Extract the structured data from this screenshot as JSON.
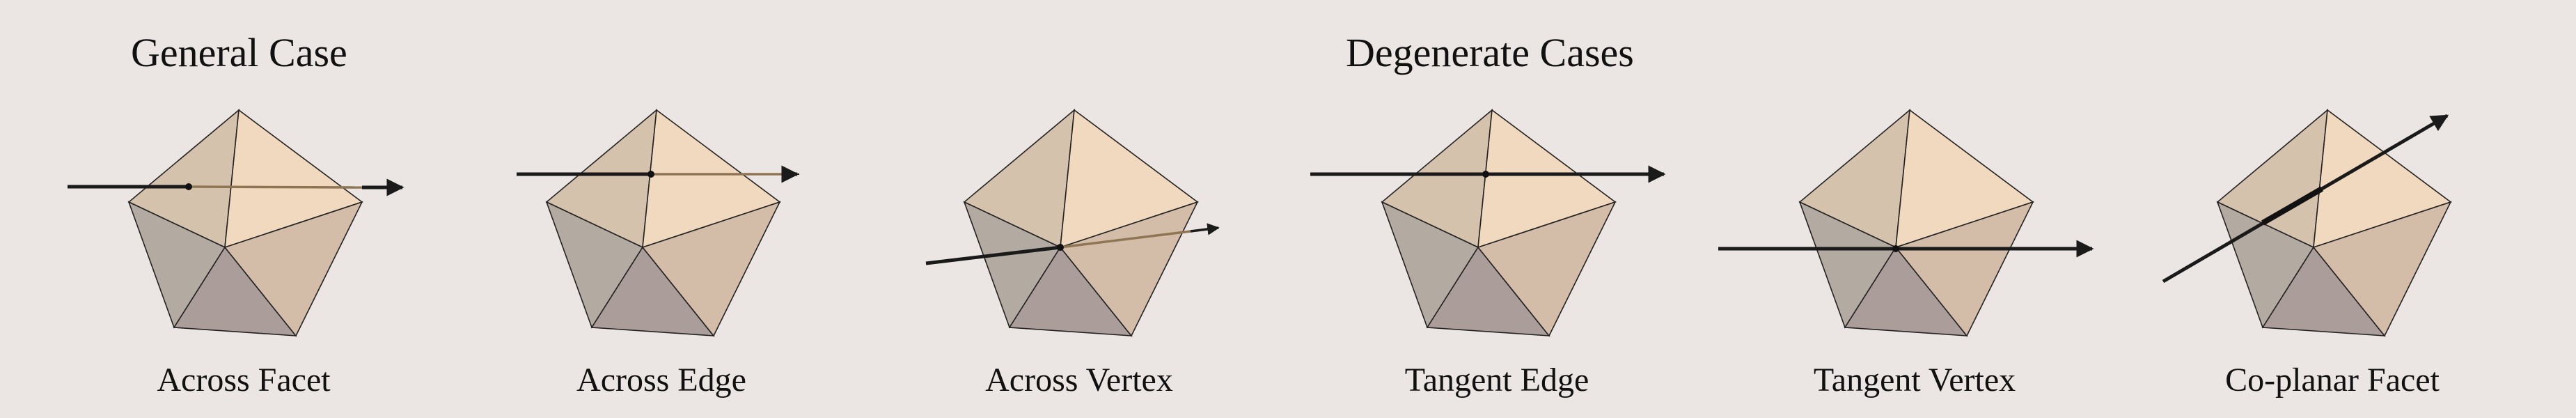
{
  "headings": {
    "general": "General Case",
    "degenerate": "Degenerate Cases"
  },
  "panels": [
    {
      "id": "across-facet",
      "caption": "Across Facet"
    },
    {
      "id": "across-edge",
      "caption": "Across Edge"
    },
    {
      "id": "across-vertex",
      "caption": "Across Vertex"
    },
    {
      "id": "tangent-edge",
      "caption": "Tangent Edge"
    },
    {
      "id": "tangent-vertex",
      "caption": "Tangent Vertex"
    },
    {
      "id": "co-planar-facet",
      "caption": "Co-planar Facet"
    }
  ],
  "colors": {
    "background": "#ebe6e3",
    "facet_upper_left": "#d5c2ad",
    "facet_upper_right": "#f0d9bf",
    "facet_lower_left": "#b3aaa1",
    "facet_lower_mid": "#ab9d99",
    "facet_lower_right": "#d3bda8",
    "ray": "#1a1a1a",
    "ray_behind": "#8f7554"
  }
}
